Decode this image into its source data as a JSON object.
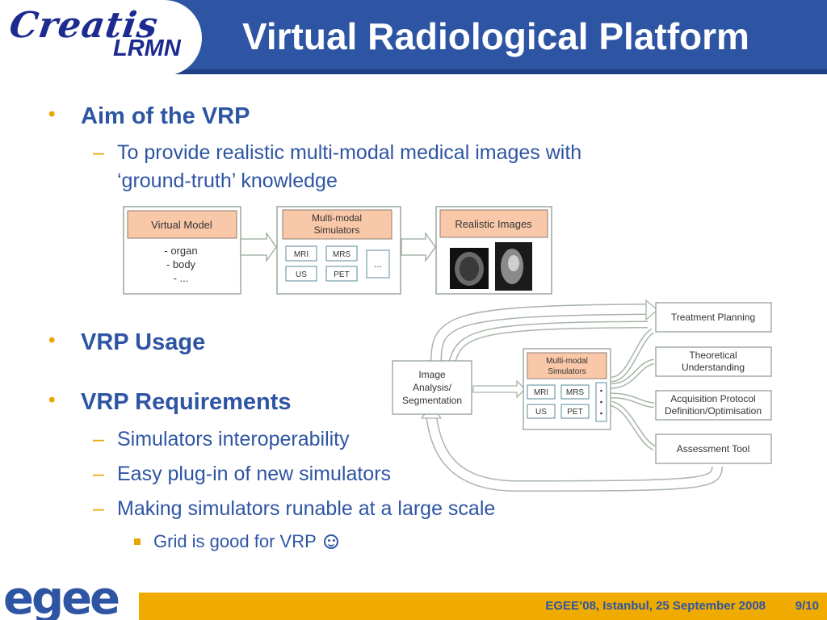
{
  "header": {
    "logo_creatis": "Creatis",
    "logo_lrmn": "LRMN",
    "title": "Virtual Radiological Platform"
  },
  "bullets": {
    "aim": "Aim of the VRP",
    "aim_sub_line1": "To provide realistic multi-modal medical images with",
    "aim_sub_line2": "‘ground-truth’ knowledge",
    "usage": "VRP Usage",
    "requirements": "VRP Requirements",
    "req_items": [
      "Simulators interoperability",
      "Easy plug-in of new simulators",
      "Making simulators runable at a large scale"
    ],
    "grid_note": "Grid is good for VRP"
  },
  "diagram_top": {
    "virtual_model": "Virtual Model",
    "vm_items": [
      "- organ",
      "- body",
      "- ..."
    ],
    "simulators_line1": "Multi-modal",
    "simulators_line2": "Simulators",
    "mri": "MRI",
    "mrs": "MRS",
    "us": "US",
    "pet": "PET",
    "ellipsis": "...",
    "realistic_images": "Realistic Images"
  },
  "diagram_bottom": {
    "image_analysis_line1": "Image",
    "image_analysis_line2": "Analysis/",
    "image_analysis_line3": "Segmentation",
    "simulators_line1": "Multi-modal",
    "simulators_line2": "Simulators",
    "mri": "MRI",
    "mrs": "MRS",
    "us": "US",
    "pet": "PET",
    "treatment": "Treatment Planning",
    "theoretical_line1": "Theoretical",
    "theoretical_line2": "Understanding",
    "acquisition_line1": "Acquisition Protocol",
    "acquisition_line2": "Definition/Optimisation",
    "assessment": "Assessment Tool"
  },
  "footer": {
    "logo": "egee",
    "event": "EGEE’08, Istanbul, 25 September 2008",
    "page": "9/10"
  },
  "colors": {
    "header_blue": "#2e55a3",
    "accent_orange": "#f0ab00",
    "box_peach": "#f9c8a8"
  }
}
